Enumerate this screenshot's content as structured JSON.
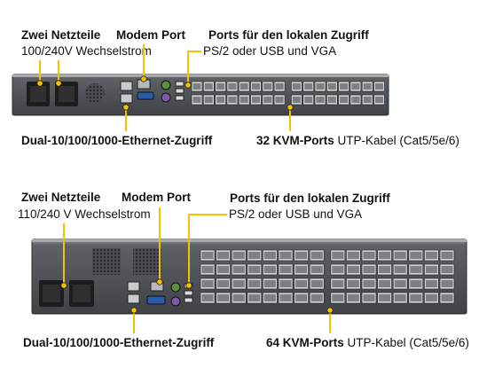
{
  "top": {
    "power_title": "Zwei Netzteile",
    "power_spec": "100/240V Wechselstrom",
    "modem": "Modem Port",
    "local_title": "Ports für den lokalen Zugriff",
    "local_spec": "PS/2 oder USB und VGA",
    "ethernet": "Dual-10/100/1000-Ethernet-Zugriff",
    "kvm_title": "32 KVM-Ports",
    "kvm_spec": "UTP-Kabel (Cat5/5e/6)"
  },
  "bottom": {
    "power_title": "Zwei Netzteile",
    "power_spec": "110/240 V Wechselstrom",
    "modem": "Modem Port",
    "local_title": "Ports für den lokalen Zugriff",
    "local_spec": "PS/2 oder USB und VGA",
    "ethernet": "Dual-10/100/1000-Ethernet-Zugriff",
    "kvm_title": "64 KVM-Ports",
    "kvm_spec": "UTP-Kabel (Cat5/5e/6)"
  },
  "colors": {
    "callout": "#f2c400",
    "chassis": "#5b5e62",
    "port": "#cfd2d5"
  }
}
